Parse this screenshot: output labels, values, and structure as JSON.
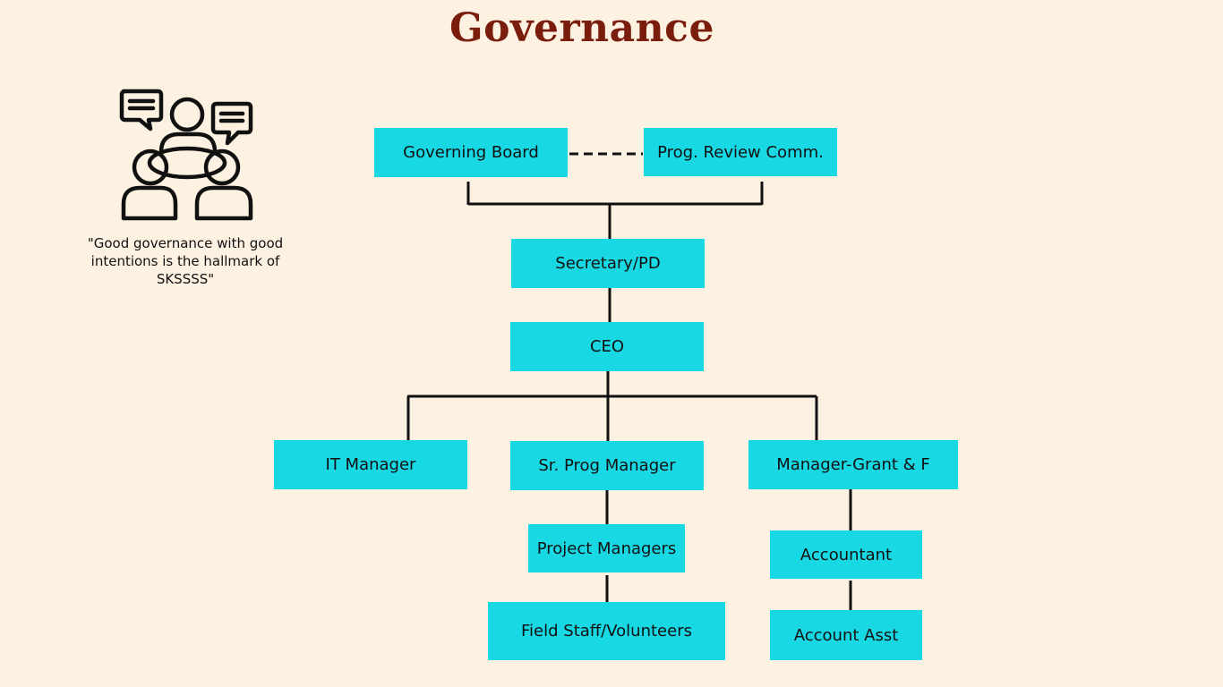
{
  "title": "Governance",
  "quote": "\"Good governance with good intentions is the hallmark of SKSSSS\"",
  "icon": "meeting-discussion-icon",
  "colors": {
    "background": "#fdf1e1",
    "title": "#7a1d0c",
    "box": "#18d8e4",
    "line": "#111111"
  },
  "org_chart": {
    "governing_board": "Governing Board",
    "prog_review_comm": "Prog. Review Comm.",
    "secretary": "Secretary/PD",
    "ceo": "CEO",
    "it_manager": "IT Manager",
    "sr_prog_manager": "Sr. Prog Manager",
    "manager_grant": "Manager-Grant & F",
    "project_managers": "Project Managers",
    "field_staff": "Field Staff/Volunteers",
    "accountant": "Accountant",
    "account_asst": "Account Asst"
  }
}
